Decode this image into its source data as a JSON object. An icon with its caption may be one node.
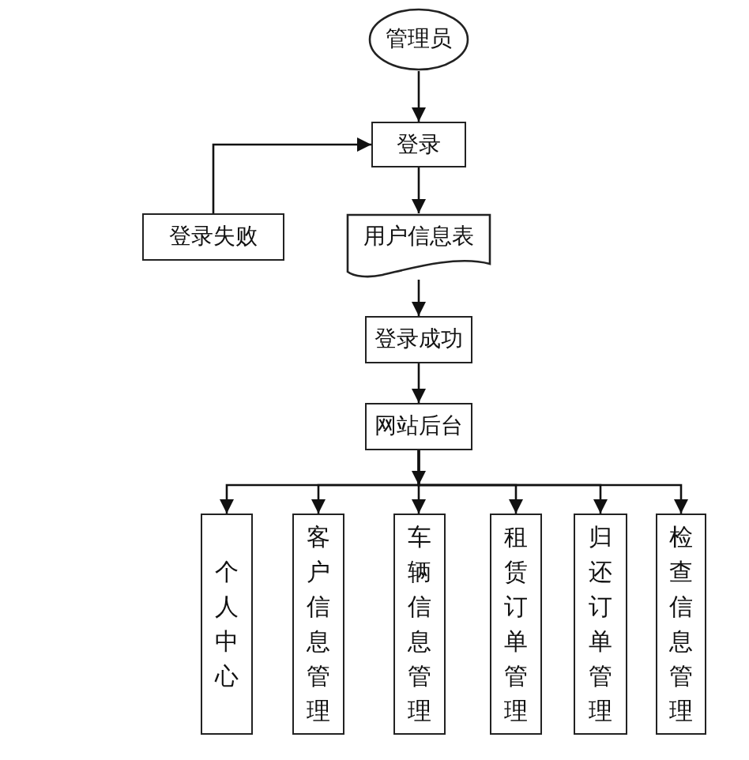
{
  "diagram": {
    "nodes": [
      {
        "text": [
          "管理员"
        ]
      },
      {
        "text": [
          "登录"
        ]
      },
      {
        "text": [
          "登录失败"
        ]
      },
      {
        "text": [
          "用户信息表"
        ]
      },
      {
        "text": [
          "登录成功"
        ]
      },
      {
        "text": [
          "网站后台"
        ]
      },
      {
        "text": [
          "个人中心"
        ]
      },
      {
        "text": [
          "客户信息管理"
        ]
      },
      {
        "text": [
          "车辆信息管理"
        ]
      },
      {
        "text": [
          "租赁订单管理"
        ]
      },
      {
        "text": [
          "归还订单管理"
        ]
      },
      {
        "text": [
          "检查信息管理"
        ]
      }
    ],
    "edges": [
      {
        "from": 0,
        "to": 1,
        "arrow": "to"
      },
      {
        "from": 2,
        "to": 1,
        "arrow": "to"
      },
      {
        "from": 1,
        "to": 3,
        "arrow": "to"
      },
      {
        "from": 3,
        "to": 4,
        "arrow": "to"
      },
      {
        "from": 4,
        "to": 5,
        "arrow": "to"
      },
      {
        "from": 5,
        "to": 6,
        "arrow": "to"
      },
      {
        "from": 5,
        "to": 7,
        "arrow": "to"
      },
      {
        "from": 5,
        "to": 8,
        "arrow": "to"
      },
      {
        "from": 5,
        "to": 9,
        "arrow": "to"
      },
      {
        "from": 5,
        "to": 10,
        "arrow": "to"
      },
      {
        "from": 5,
        "to": 11,
        "arrow": "to"
      }
    ]
  }
}
